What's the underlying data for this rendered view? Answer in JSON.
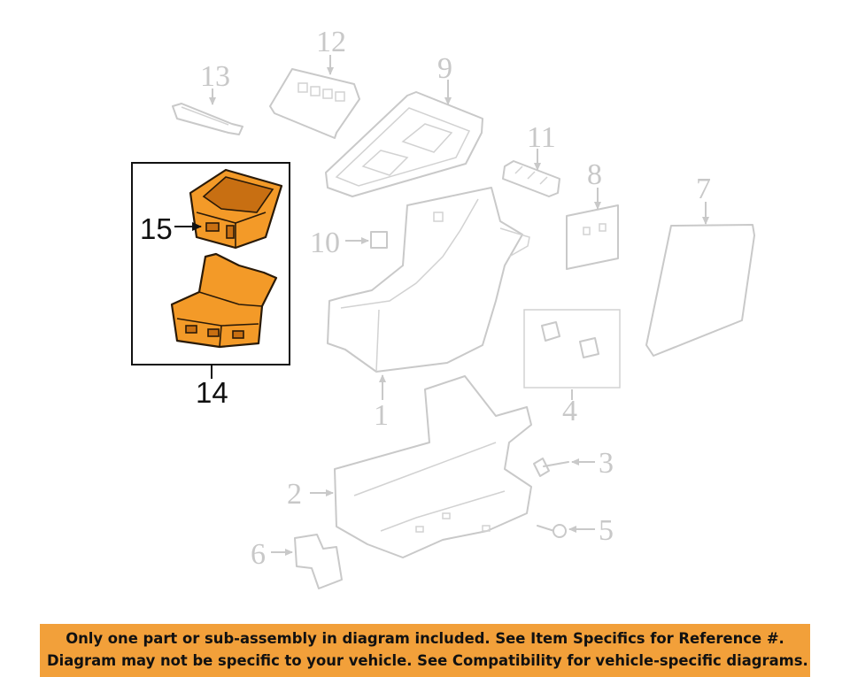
{
  "diagram": {
    "callouts": {
      "c1": "1",
      "c2": "2",
      "c3": "3",
      "c4": "4",
      "c5": "5",
      "c6": "6",
      "c7": "7",
      "c8": "8",
      "c9": "9",
      "c10": "10",
      "c11": "11",
      "c12": "12",
      "c13": "13",
      "c14": "14",
      "c15": "15"
    },
    "highlight_color": "#f39a28",
    "ghost_color": "#c9c9c9"
  },
  "banner": {
    "line1": "Only one part or sub-assembly in diagram included. See Item Specifics for Reference #.",
    "line2": "Diagram may not be specific to your vehicle. See Compatibility for vehicle-specific diagrams.",
    "background": "#f2a03a"
  }
}
